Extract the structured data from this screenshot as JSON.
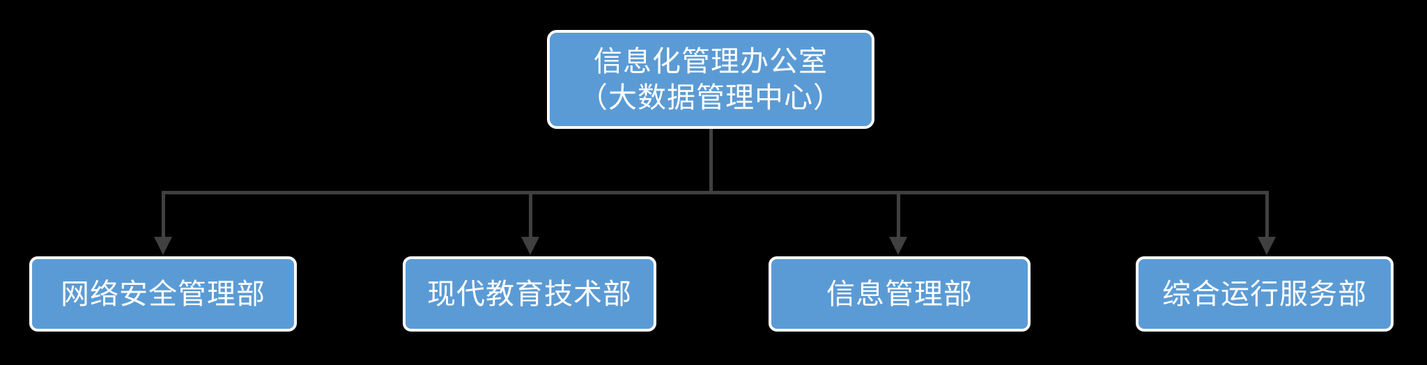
{
  "diagram": {
    "type": "organizational-chart",
    "background_color": "#000000",
    "node_fill_color": "#5B9BD5",
    "node_border_color": "#FFFFFF",
    "node_text_color": "#FFFFFF",
    "connector_color": "#404040",
    "root": {
      "label": "信息化管理办公室\n（大数据管理中心）",
      "line1": "信息化管理办公室",
      "line2": "（大数据管理中心）"
    },
    "children": [
      {
        "label": "网络安全管理部"
      },
      {
        "label": "现代教育技术部"
      },
      {
        "label": "信息管理部"
      },
      {
        "label": "综合运行服务部"
      }
    ]
  }
}
